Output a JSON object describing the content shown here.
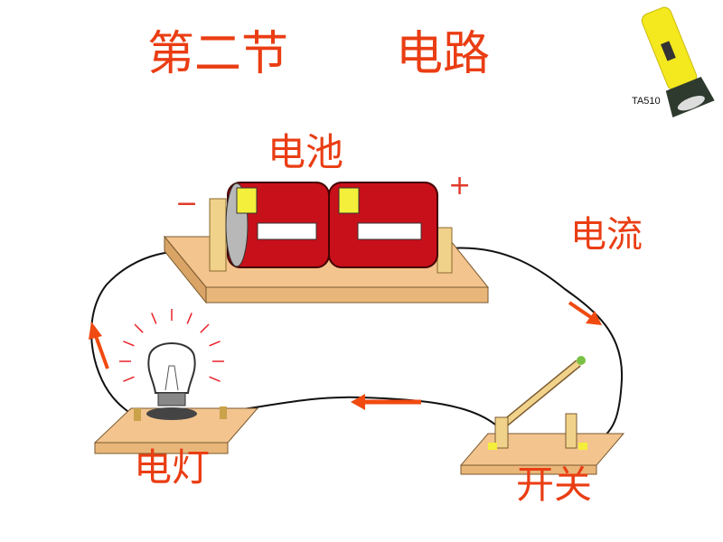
{
  "slide": {
    "title_part1": "第二节",
    "title_part2": "电路",
    "flashlight_model": "TA510"
  },
  "labels": {
    "battery": "电池",
    "current": "电流",
    "lamp": "电灯",
    "switch": "开关",
    "minus": "−",
    "plus": "+"
  },
  "colors": {
    "label_red": "#ea3d13",
    "arrow_red": "#f04a10",
    "battery_red": "#c8101a",
    "board": "#f3c48e",
    "flashlight_yellow": "#f4e81e"
  }
}
